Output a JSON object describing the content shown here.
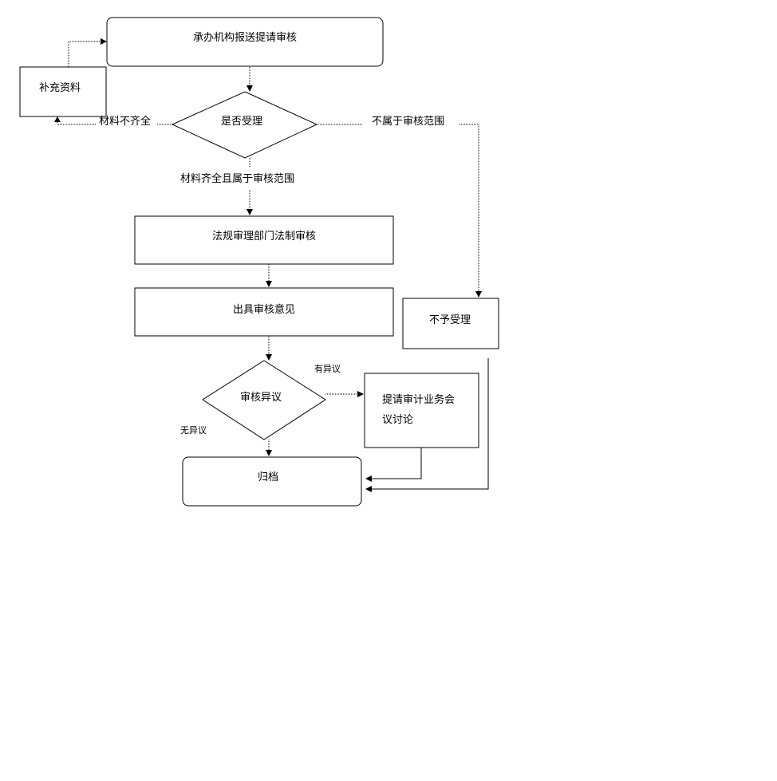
{
  "diagram": {
    "nodes": {
      "submit": "承办机构报送提请审核",
      "supplement": "补充资料",
      "accept_decision": "是否受理",
      "legal_review": "法规审理部门法制审核",
      "opinion": "出具审核意见",
      "reject": "不予受理",
      "objection_decision": "审核异议",
      "meeting_line1": "提请审计业务会",
      "meeting_line2": "议讨论",
      "archive": "归档"
    },
    "edge_labels": {
      "incomplete": "材料不齐全",
      "out_of_scope": "不属于审核范围",
      "complete_in_scope": "材料齐全且属于审核范围",
      "has_objection": "有异议",
      "no_objection": "无异议"
    }
  }
}
